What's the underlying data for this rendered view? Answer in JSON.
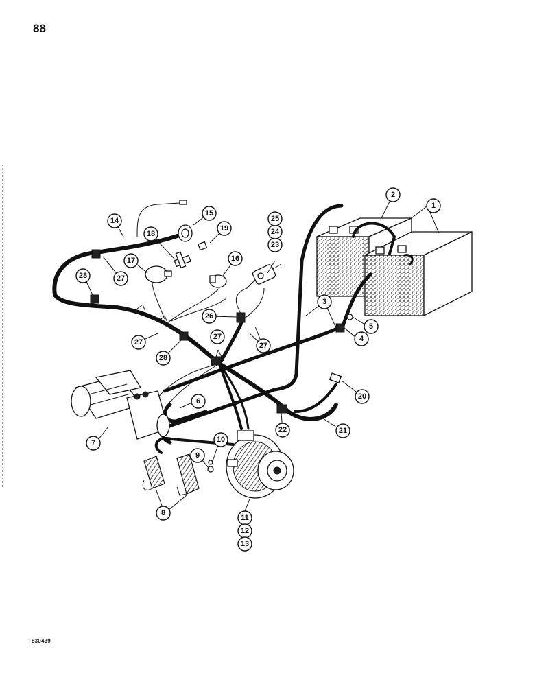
{
  "page": {
    "number": "88",
    "reference_code": "830439"
  },
  "callouts": [
    {
      "id": "c1",
      "label": "1"
    },
    {
      "id": "c2",
      "label": "2"
    },
    {
      "id": "c3",
      "label": "3"
    },
    {
      "id": "c4",
      "label": "4"
    },
    {
      "id": "c5",
      "label": "5"
    },
    {
      "id": "c6",
      "label": "6"
    },
    {
      "id": "c7",
      "label": "7"
    },
    {
      "id": "c8",
      "label": "8"
    },
    {
      "id": "c9",
      "label": "9"
    },
    {
      "id": "c10",
      "label": "10"
    },
    {
      "id": "c11",
      "label": "11"
    },
    {
      "id": "c12",
      "label": "12"
    },
    {
      "id": "c13",
      "label": "13"
    },
    {
      "id": "c14",
      "label": "14"
    },
    {
      "id": "c15",
      "label": "15"
    },
    {
      "id": "c16",
      "label": "16"
    },
    {
      "id": "c17",
      "label": "17"
    },
    {
      "id": "c18",
      "label": "18"
    },
    {
      "id": "c19",
      "label": "19"
    },
    {
      "id": "c20",
      "label": "20"
    },
    {
      "id": "c21",
      "label": "21"
    },
    {
      "id": "c22",
      "label": "22"
    },
    {
      "id": "c23",
      "label": "23"
    },
    {
      "id": "c24",
      "label": "24"
    },
    {
      "id": "c25",
      "label": "25"
    },
    {
      "id": "c26",
      "label": "26"
    },
    {
      "id": "c27a",
      "label": "27"
    },
    {
      "id": "c27b",
      "label": "27"
    },
    {
      "id": "c27c",
      "label": "27"
    },
    {
      "id": "c27d",
      "label": "27"
    },
    {
      "id": "c28a",
      "label": "28"
    },
    {
      "id": "c28b",
      "label": "28"
    }
  ]
}
